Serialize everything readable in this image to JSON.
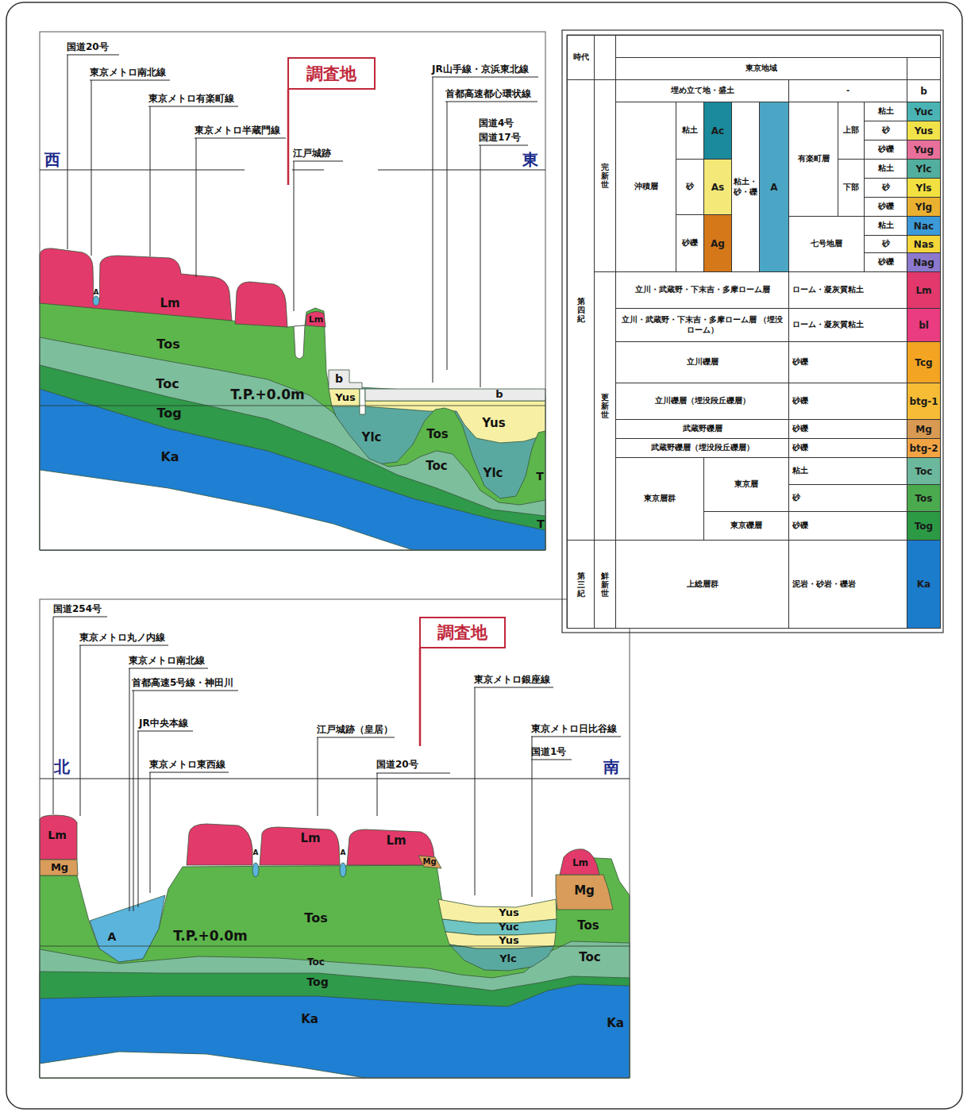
{
  "diagram": {
    "nodes": [
      {
        "text": [
          "調査地"
        ]
      },
      {
        "text": [
          "調査地"
        ]
      }
    ],
    "labels": [
      "国道20号",
      "東京メトロ南北線",
      "東京メトロ有楽町線",
      "東京メトロ半蔵門線",
      "江戸城跡",
      "JR山手線・京浜東北線",
      "首都高速都心環状線",
      "国道4号",
      "国道17号",
      "西",
      "東",
      "Lm",
      "A",
      "Lm",
      "Tos",
      "Toc",
      "T.P.+0.0m",
      "Tog",
      "Ka",
      "b",
      "Yus",
      "Ylc",
      "Tos",
      "Yus",
      "b",
      "Toc",
      "Ylc",
      "T",
      "T",
      "国道254号",
      "東京メトロ丸ノ内線",
      "東京メトロ南北線",
      "首都高速5号線・神田川",
      "JR中央本線",
      "東京メトロ東西線",
      "江戸城跡（皇居）",
      "国道20号",
      "東京メトロ銀座線",
      "東京メトロ日比谷線",
      "国道1号",
      "北",
      "南",
      "Lm",
      "Mg",
      "A",
      "A",
      "Lm",
      "Lm",
      "A",
      "Mg",
      "Tos",
      "T.P.+0.0m",
      "Toc",
      "Tog",
      "Ka",
      "Yus",
      "Yuc",
      "Yus",
      "Ylc",
      "Lm",
      "Mg",
      "Tos",
      "Toc",
      "Ka",
      "時代",
      "東京地域",
      "埋め立て地・盛土",
      "-",
      "完新世",
      "沖積層",
      "粘土",
      "砂",
      "砂礫",
      "粘土・砂・礫",
      "有楽町層",
      "上部",
      "下部",
      "粘土",
      "砂",
      "砂礫",
      "粘土",
      "砂",
      "砂礫",
      "七号地層",
      "粘土",
      "砂",
      "砂礫",
      "第四紀",
      "更新世",
      "立川・武蔵野・下末吉・多摩ローム層",
      "ローム・凝灰質粘土",
      "立川・武蔵野・下末吉・多摩ローム層 （埋没ローム）",
      "ローム・凝灰質粘土",
      "立川礫層",
      "砂礫",
      "立川礫層（埋没段丘礫層）",
      "砂礫",
      "武蔵野礫層",
      "砂礫",
      "武蔵野礫層（埋没段丘礫層）",
      "砂礫",
      "東京層群",
      "東京層",
      "東京礫層",
      "粘土",
      "砂",
      "砂礫",
      "第三紀",
      "鮮新世",
      "上総層群",
      "泥岩・砂岩・礫岩"
    ],
    "legend": [
      {
        "text": "Ac",
        "color": "#1a8a9c"
      },
      {
        "text": "As",
        "color": "#f4e878"
      },
      {
        "text": "Ag",
        "color": "#d4781a"
      },
      {
        "text": "A",
        "color": "#4aa6c4"
      },
      {
        "text": "b",
        "color": "#ffffff"
      },
      {
        "text": "Yuc",
        "color": "#4ab4b4"
      },
      {
        "text": "Yus",
        "color": "#f2e24a"
      },
      {
        "text": "Yug",
        "color": "#e8709a"
      },
      {
        "text": "Ylc",
        "color": "#52ae9e"
      },
      {
        "text": "Yls",
        "color": "#f2e040"
      },
      {
        "text": "Ylg",
        "color": "#eab030"
      },
      {
        "text": "Nac",
        "color": "#3c9ad8"
      },
      {
        "text": "Nas",
        "color": "#f4d63a"
      },
      {
        "text": "Nag",
        "color": "#8c78cc"
      },
      {
        "text": "Lm",
        "color": "#e2386c"
      },
      {
        "text": "bl",
        "color": "#ea3c80"
      },
      {
        "text": "Tcg",
        "color": "#f2a422"
      },
      {
        "text": "btg-1",
        "color": "#f6bc36"
      },
      {
        "text": "Mg",
        "color": "#d89a52"
      },
      {
        "text": "btg-2",
        "color": "#f2a444"
      },
      {
        "text": "Toc",
        "color": "#6cb89c"
      },
      {
        "text": "Tos",
        "color": "#4caa4e"
      },
      {
        "text": "Tog",
        "color": "#2c9a44"
      },
      {
        "text": "Ka",
        "color": "#1c7ccc"
      }
    ]
  }
}
